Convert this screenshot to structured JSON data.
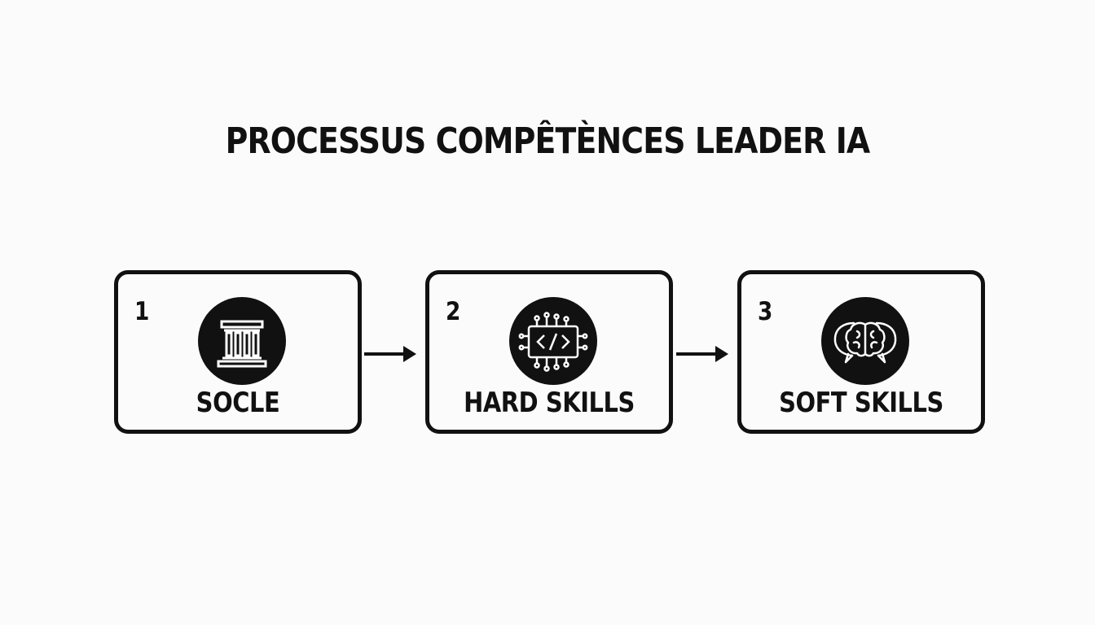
{
  "title": "PROCESSUS COMPÊTÈNCES LEADER IA",
  "steps": [
    {
      "number": "1",
      "label": "SOCLE",
      "icon": "pillar-building-icon"
    },
    {
      "number": "2",
      "label": "HARD SKILLS",
      "icon": "code-chip-icon"
    },
    {
      "number": "3",
      "label": "SOFT SKILLS",
      "icon": "brain-speech-bubbles-icon"
    }
  ],
  "colors": {
    "background": "#fbfbfb",
    "ink": "#111111"
  }
}
